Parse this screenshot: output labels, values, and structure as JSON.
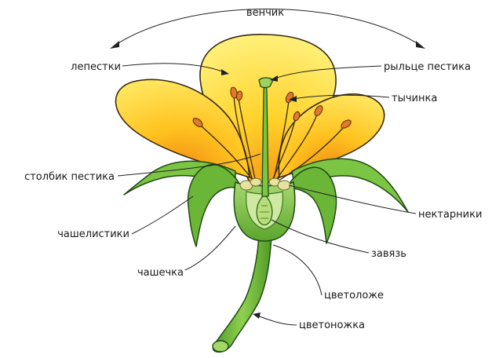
{
  "labels": {
    "corolla": "венчик",
    "petals": "лепестки",
    "stigma": "рыльце пестика",
    "stamen": "тычинка",
    "style": "столбик пестика",
    "nectaries": "нектарники",
    "sepals": "чашелистики",
    "ovary": "завязь",
    "calyx": "чашечка",
    "receptacle": "цветоложе",
    "pedicel": "цветоножка"
  },
  "colors": {
    "petal_light": "#ffe45a",
    "petal_mid": "#ffc81e",
    "petal_dark": "#f39a12",
    "stem_green": "#6dbb3a",
    "stem_dark": "#3e8a1e",
    "sepal_green": "#7cc443",
    "anther": "#e07a2c",
    "nectary": "#e8e2a0"
  }
}
